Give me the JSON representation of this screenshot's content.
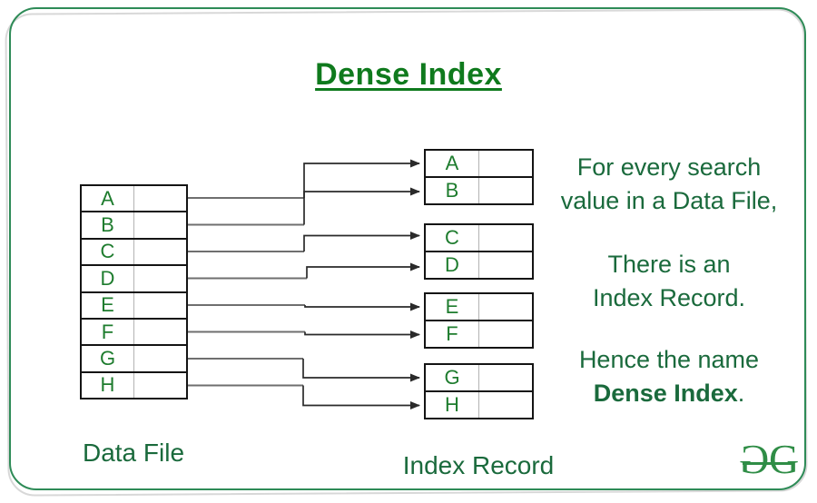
{
  "title": "Dense Index",
  "colors": {
    "title_green": "#0f7a1d",
    "letter_green": "#1e7c2e",
    "note_green": "#1a6a3c",
    "frame_green": "#2e8b57",
    "frame_shadow_gray": "#d8d8d8",
    "logo_green": "#2f8d46",
    "table_border_black": "#141414",
    "cell_divider_gray": "#b3b3b3",
    "arrow_gray": "#6f6f6f",
    "arrow_dark": "#2a2a2a"
  },
  "data_file": {
    "label": "Data File",
    "rows": [
      "A",
      "B",
      "C",
      "D",
      "E",
      "F",
      "G",
      "H"
    ]
  },
  "index_record": {
    "label": "Index Record",
    "tables": [
      {
        "rows": [
          "A",
          "B"
        ]
      },
      {
        "rows": [
          "C",
          "D"
        ]
      },
      {
        "rows": [
          "E",
          "F"
        ]
      },
      {
        "rows": [
          "G",
          "H"
        ]
      }
    ]
  },
  "notes": {
    "para1": [
      "For every search",
      "value in a Data File,"
    ],
    "para2": [
      "There is an",
      "Index Record."
    ],
    "para3": {
      "line1": "Hence the name",
      "bold": "Dense Index",
      "suffix": "."
    }
  },
  "logo": {
    "left_glyph": "G",
    "right_glyph": "G"
  }
}
